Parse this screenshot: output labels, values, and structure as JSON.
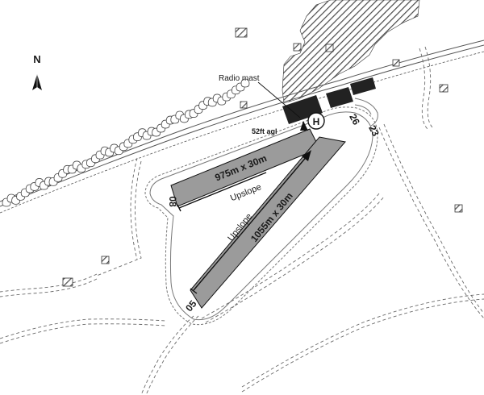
{
  "map": {
    "north_label": "N",
    "radio_mast_label": "Radio mast",
    "mast_height_label": "52ft agl",
    "helipad_label": "H",
    "runways": [
      {
        "designator_a": "08",
        "designator_b": "26",
        "dimensions": "975m x 30m",
        "slope_label": "Upslope"
      },
      {
        "designator_a": "05",
        "designator_b": "23",
        "dimensions": "1055m x 30m",
        "slope_label": "Upslope"
      }
    ],
    "colors": {
      "runway_fill": "#9b9b9b",
      "building_fill": "#222222",
      "line": "#111111",
      "dashed_road": "#6a6a6a",
      "hatch": "#4a4a4a"
    }
  }
}
